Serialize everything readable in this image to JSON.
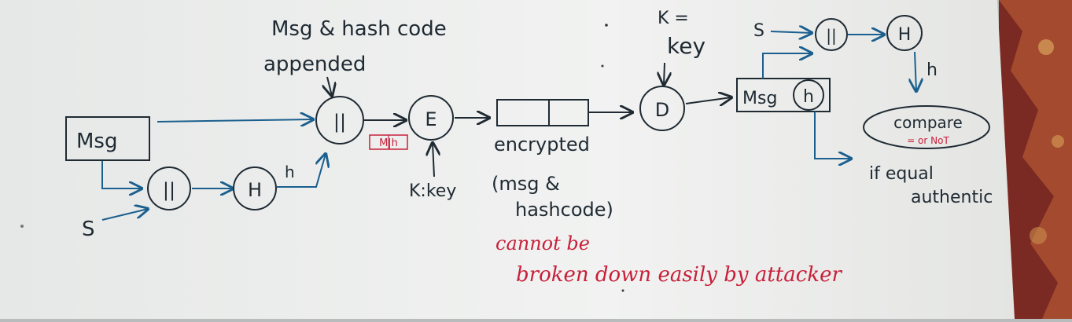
{
  "annotation_top": [
    "Msg & hash code",
    "appended"
  ],
  "nodes": {
    "msg_box": "Msg",
    "concat_1": "||",
    "hash_1": "H",
    "secret_1": "S",
    "hash_out_1": "h",
    "concat_2": "||",
    "packet_label": "M|h",
    "encrypt": "E",
    "key_enc": "K:key",
    "encrypted_label": "encrypted",
    "encrypted_note": [
      "(msg &",
      "hashcode)"
    ],
    "decrypt": "D",
    "key_dec": [
      "K =",
      "key"
    ],
    "dec_msg": "Msg",
    "dec_hash": "h",
    "secret_2": "S",
    "concat_3": "||",
    "hash_2": "H",
    "hash_out_2": "h",
    "compare": "compare",
    "compare_sub": "= or NoT",
    "result": [
      "if equal",
      "authentic"
    ]
  },
  "warning": [
    "cannot be",
    "broken down easily by attacker"
  ],
  "colors": {
    "ink": "#1f2a33",
    "blue_ink": "#1b5f8e",
    "red_ink": "#c8203a",
    "paper": "#eef0ef"
  }
}
